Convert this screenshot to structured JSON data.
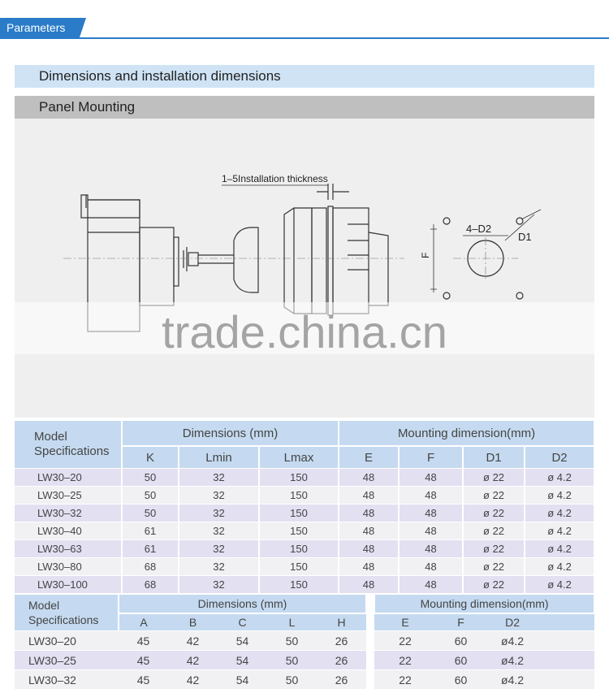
{
  "tab_label": "Parameters",
  "section_dimensions": "Dimensions and installation dimensions",
  "section_panel": "Panel Mounting",
  "drawing": {
    "thickness_label": "1–5Installation thickness",
    "label_4d2": "4–D2",
    "label_d1": "D1",
    "label_f": "F",
    "watermark": "trade.china.cn"
  },
  "table1": {
    "model_label": "Model Specifications",
    "dimensions_header": "Dimensions (mm)",
    "mounting_header": "Mounting dimension(mm)",
    "columns": [
      "K",
      "Lmin",
      "Lmax",
      "E",
      "F",
      "D1",
      "D2"
    ],
    "rows": [
      {
        "model": "LW30–20",
        "values": [
          "50",
          "32",
          "150",
          "48",
          "48",
          "ø 22",
          "ø 4.2"
        ]
      },
      {
        "model": "LW30–25",
        "values": [
          "50",
          "32",
          "150",
          "48",
          "48",
          "ø 22",
          "ø 4.2"
        ]
      },
      {
        "model": "LW30–32",
        "values": [
          "50",
          "32",
          "150",
          "48",
          "48",
          "ø 22",
          "ø 4.2"
        ]
      },
      {
        "model": "LW30–40",
        "values": [
          "61",
          "32",
          "150",
          "48",
          "48",
          "ø 22",
          "ø 4.2"
        ]
      },
      {
        "model": "LW30–63",
        "values": [
          "61",
          "32",
          "150",
          "48",
          "48",
          "ø 22",
          "ø 4.2"
        ]
      },
      {
        "model": "LW30–80",
        "values": [
          "68",
          "32",
          "150",
          "48",
          "48",
          "ø 22",
          "ø 4.2"
        ]
      },
      {
        "model": "LW30–100",
        "values": [
          "68",
          "32",
          "150",
          "48",
          "48",
          "ø 22",
          "ø 4.2"
        ]
      }
    ]
  },
  "table2": {
    "model_label": "Model Specifications",
    "dimensions_header": "Dimensions (mm)",
    "mounting_header": "Mounting dimension(mm)",
    "columns": [
      "A",
      "B",
      "C",
      "L",
      "H",
      "E",
      "F",
      "D2"
    ],
    "rows": [
      {
        "model": "LW30–20",
        "values": [
          "45",
          "42",
          "54",
          "50",
          "26",
          "22",
          "60",
          "ø4.2"
        ]
      },
      {
        "model": "LW30–25",
        "values": [
          "45",
          "42",
          "54",
          "50",
          "26",
          "22",
          "60",
          "ø4.2"
        ]
      },
      {
        "model": "LW30–32",
        "values": [
          "45",
          "42",
          "54",
          "50",
          "26",
          "22",
          "60",
          "ø4.2"
        ]
      }
    ]
  }
}
